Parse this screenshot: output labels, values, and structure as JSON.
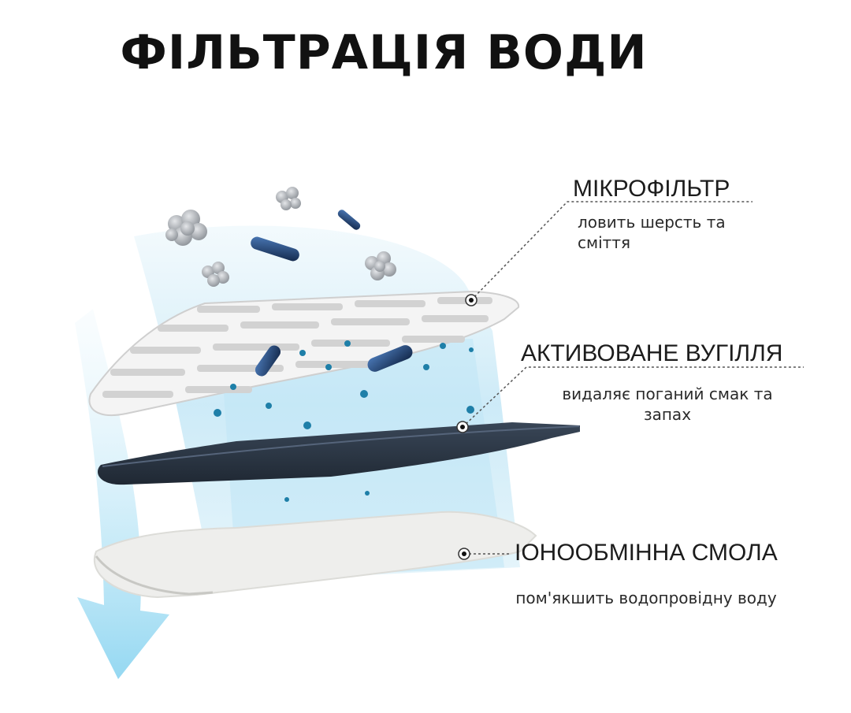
{
  "title": "ФІЛЬТРАЦІЯ ВОДИ",
  "layers": [
    {
      "name": "МІКРОФІЛЬТР",
      "description": "ловить шерсть та сміття"
    },
    {
      "name": "АКТИВОВАНЕ ВУГІЛЛЯ",
      "description": "видаляє поганий смак та запах"
    },
    {
      "name": "ІОНООБМІННА СМОЛА",
      "description": "пом'якшить водопровідну воду"
    }
  ],
  "colors": {
    "water": "#bfe6f5",
    "arrow": "#8fd3ef",
    "carbon": "#2e3a4a",
    "mesh": "#e6e6e6",
    "resin": "#ececea",
    "particle": "#1e7fa8",
    "bacteria": "#234a82",
    "dirt": "#a9aeb3",
    "leader": "#555555"
  },
  "icons": [
    "dirt-cluster-icon",
    "bacteria-icon",
    "water-drop-icon",
    "flow-arrow-icon"
  ]
}
